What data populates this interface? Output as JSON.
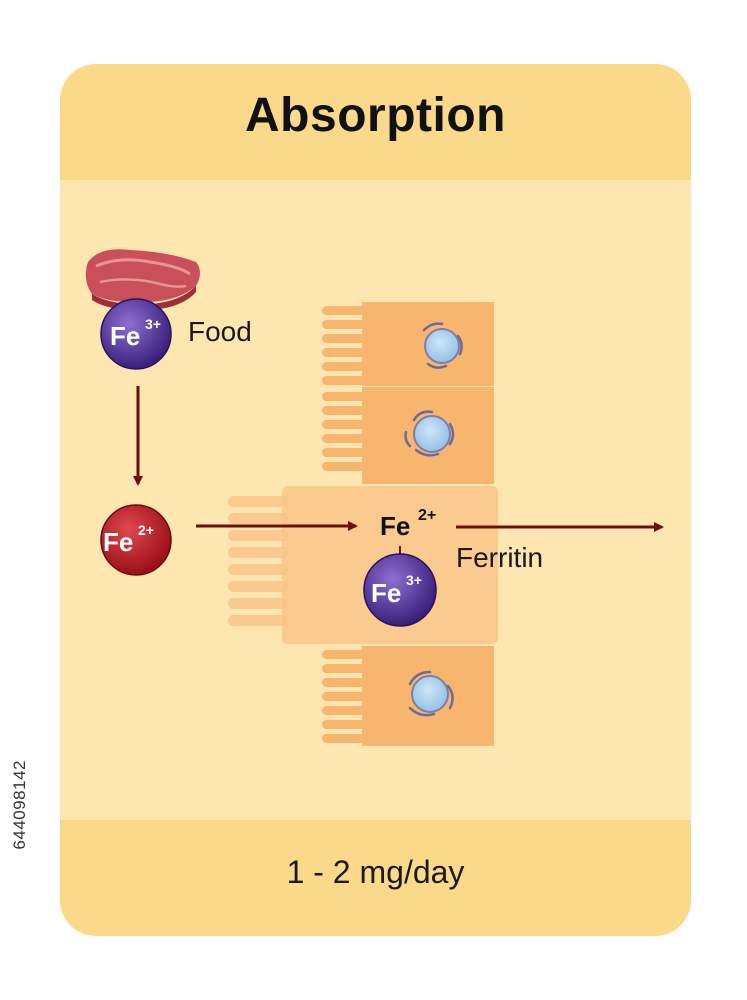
{
  "title": "Absorption",
  "food_label": "Food",
  "ferritin_label": "Ferritin",
  "rate": "1 - 2 mg/day",
  "ions": {
    "fe3_food": {
      "symbol": "Fe",
      "charge": "3+"
    },
    "fe2_lumen": {
      "symbol": "Fe",
      "charge": "2+"
    },
    "fe2_cell": {
      "symbol": "Fe",
      "charge": "2+"
    },
    "fe3_ferritin": {
      "symbol": "Fe",
      "charge": "3+"
    }
  },
  "side_id": "644098142",
  "colors": {
    "header_band": "#fbd98a",
    "card_body": "#fde6b0",
    "cell": "#f8b56e",
    "cell_dark": "#f5a25a",
    "fe3_ion": "#4b2a8f",
    "fe2_ion": "#b3151c",
    "arrow": "#6b0f12",
    "meat": "#c9505a"
  }
}
